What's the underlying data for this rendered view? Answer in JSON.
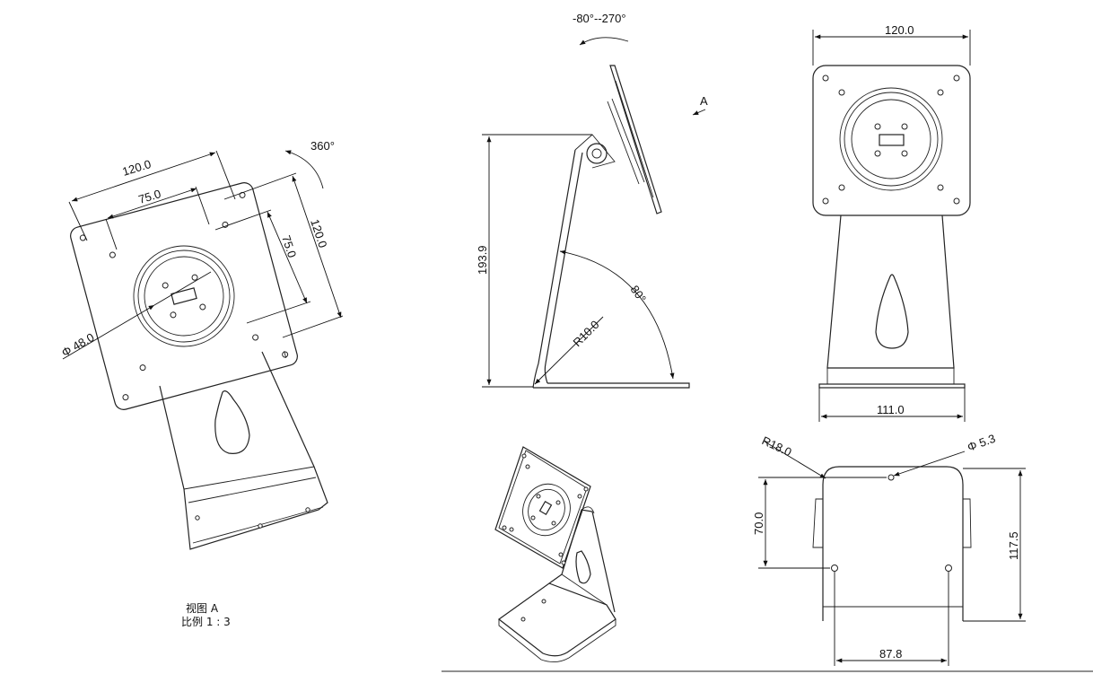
{
  "view_a": {
    "dims": {
      "width": "120.0",
      "hole_spacing_h": "75.0",
      "height": "120.0",
      "hole_spacing_v": "75.0",
      "diameter": "Φ 48.0",
      "rotation": "360°"
    },
    "caption_line1": "视图 A",
    "caption_line2": "比例 1 : 3"
  },
  "side_view": {
    "dims": {
      "tilt": "-80°--270°",
      "height": "193.9",
      "radius": "R10.0",
      "angle": "80°"
    },
    "view_marker": "A"
  },
  "front_view": {
    "dims": {
      "plate_width": "120.0",
      "base_width": "111.0"
    }
  },
  "base_view": {
    "dims": {
      "radius": "R18.0",
      "hole": "Φ 5.3",
      "depth_inner": "70.0",
      "depth_total": "117.5",
      "hole_spacing": "87.8"
    }
  }
}
